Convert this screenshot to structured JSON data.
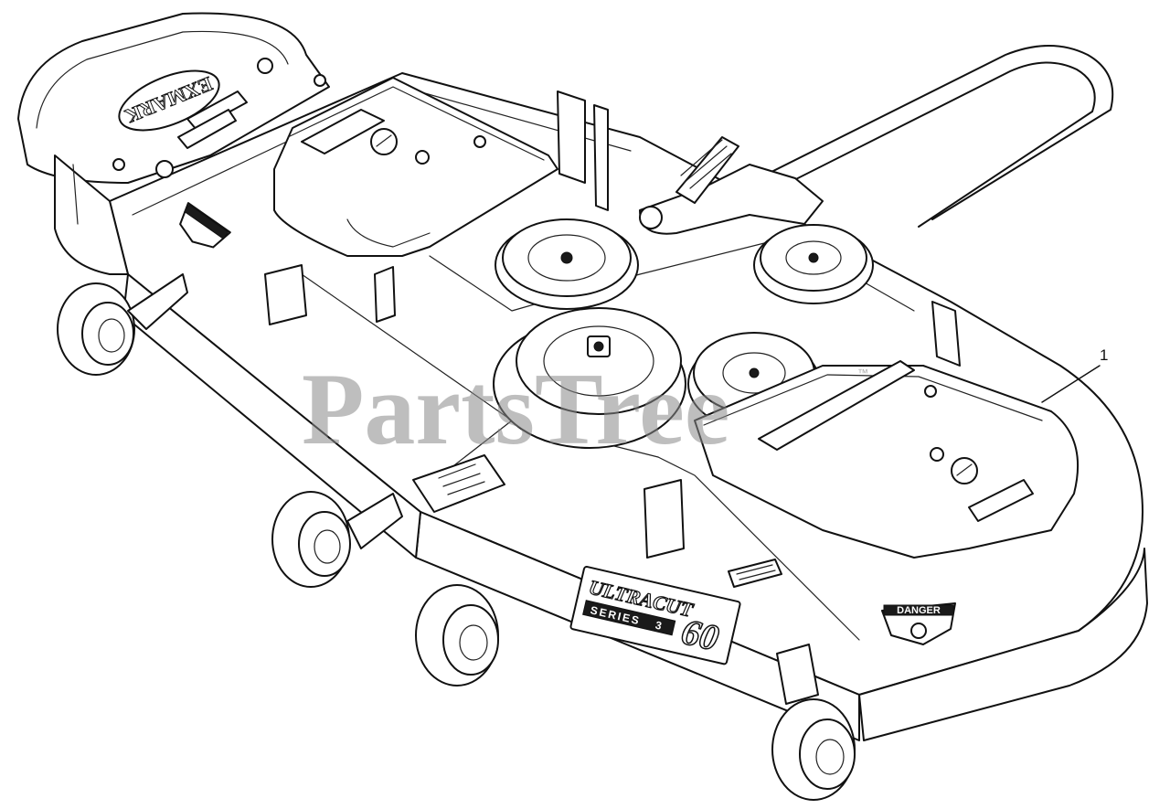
{
  "callout": {
    "label": "1"
  },
  "watermark": {
    "text": "PartsTree",
    "trademark": "™"
  },
  "deck_logo": {
    "line1": "ULTRACUT",
    "size": "60",
    "line2": "SERIES",
    "series": "3"
  },
  "brand_decal": {
    "text": "EXMARK"
  },
  "danger_decal": {
    "text": "DANGER"
  },
  "colors": {
    "line": "#111111",
    "background": "#ffffff",
    "watermark": "#8a8a8a"
  }
}
